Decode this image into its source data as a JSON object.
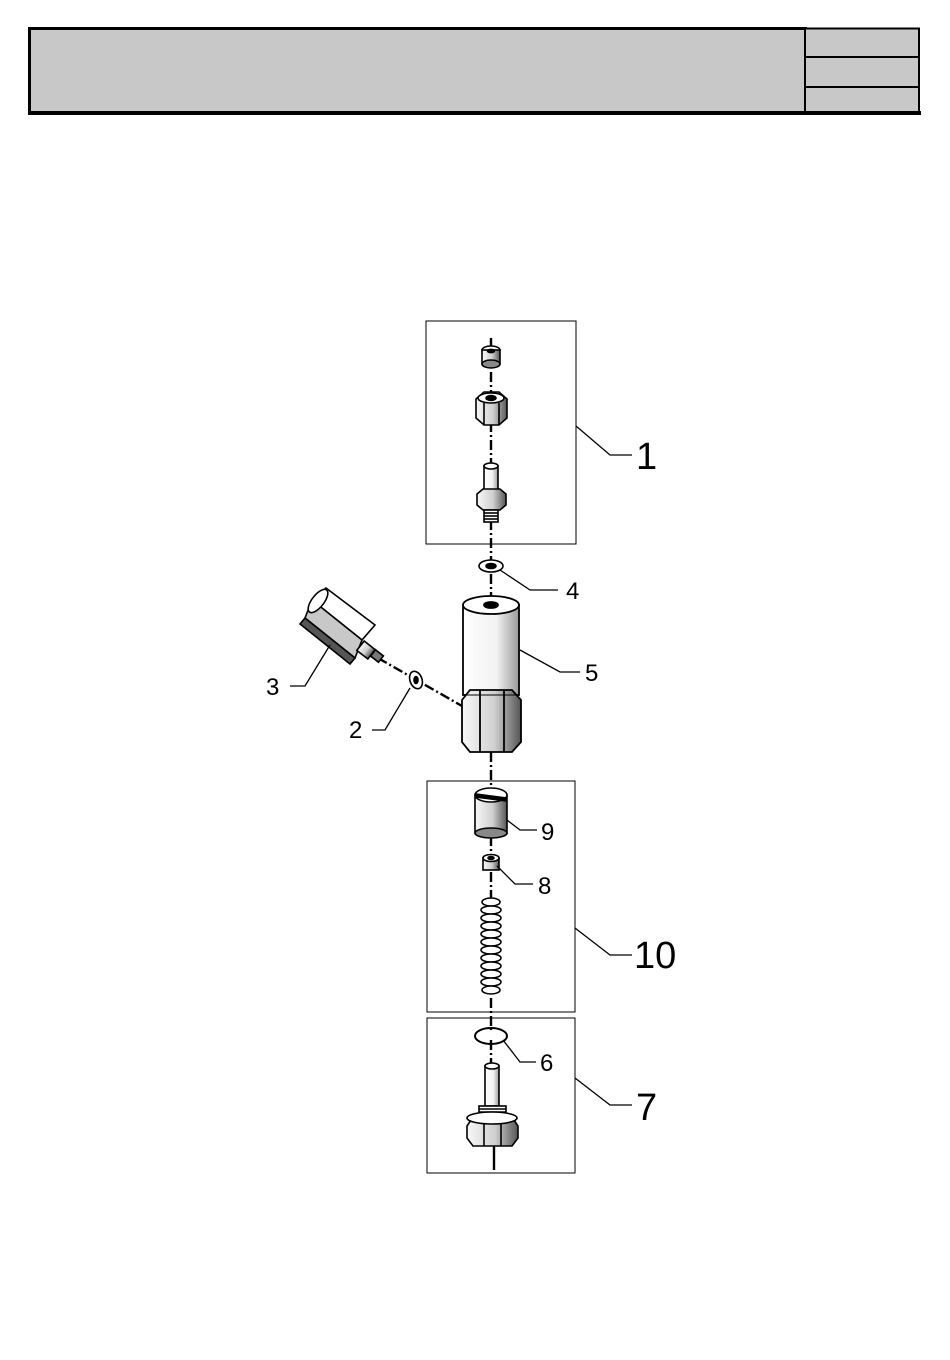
{
  "title_block": {
    "fill": "#c8c8c8",
    "cells": [
      "",
      "",
      ""
    ]
  },
  "callouts": [
    {
      "id": "1",
      "text": "1"
    },
    {
      "id": "2",
      "text": "2"
    },
    {
      "id": "3",
      "text": "3"
    },
    {
      "id": "4",
      "text": "4"
    },
    {
      "id": "5",
      "text": "5"
    },
    {
      "id": "6",
      "text": "6"
    },
    {
      "id": "7",
      "text": "7"
    },
    {
      "id": "8",
      "text": "8"
    },
    {
      "id": "9",
      "text": "9"
    },
    {
      "id": "10",
      "text": "10"
    }
  ]
}
